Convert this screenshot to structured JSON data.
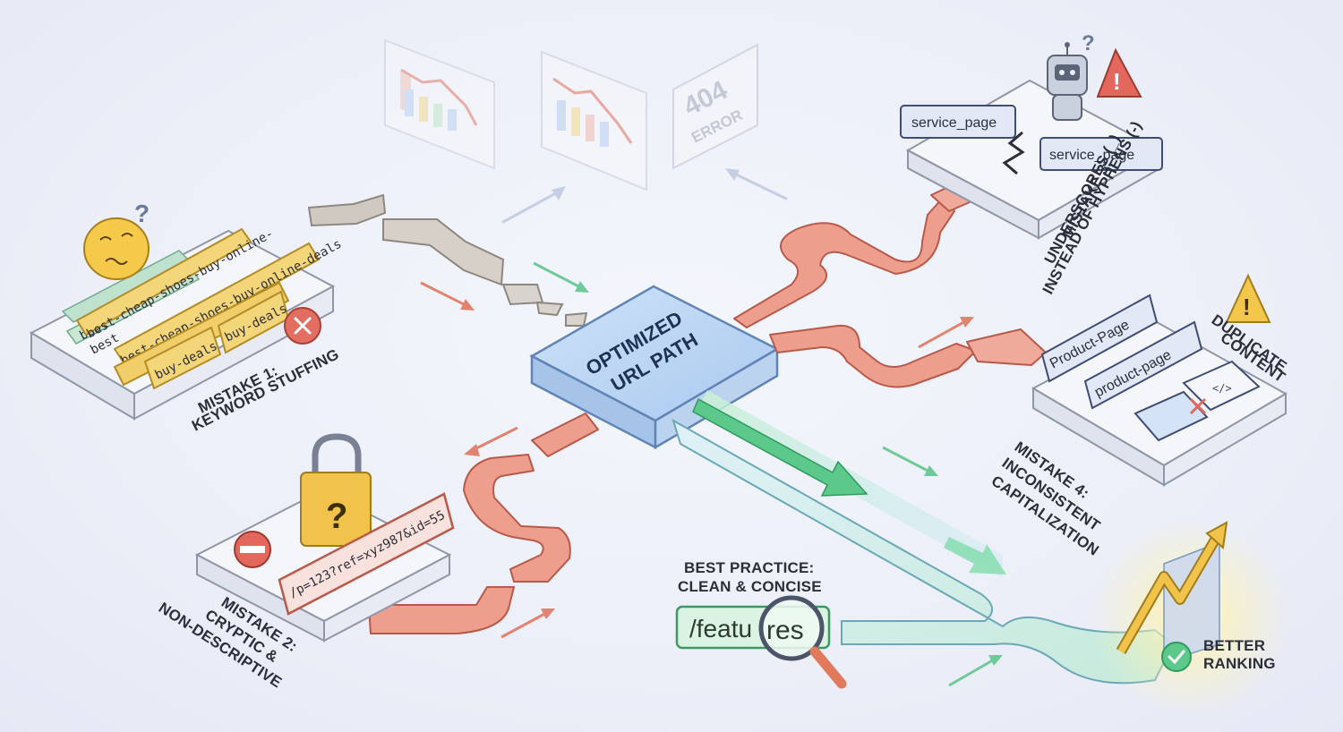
{
  "center": {
    "line1": "OPTIMIZED",
    "line2": "URL PATH"
  },
  "mistake1": {
    "title_line1": "MISTAKE 1:",
    "title_line2": "KEYWORD STUFFING",
    "url1": "best-cheap-shoes-buy-online-",
    "url2": "best-cheap-shoes-buy-online-deals",
    "chip1": "buy-deals",
    "chip2": "buy-deals",
    "frag1": "best",
    "frag2": "best"
  },
  "mistake2": {
    "title_line1": "MISTAKE 2:",
    "title_line2": "CRYPTIC &",
    "title_line3": "NON-DESCRIPTIVE",
    "url": "/p=123?ref=xyz987&id=55"
  },
  "mistake3": {
    "title_line1": "MISTAKE 3:",
    "title_line2": "UNDERSCORES (_)",
    "title_line3": "INSTEAD OF HYPHENS (-)",
    "tag1": "service_page",
    "tag2": "service_page"
  },
  "mistake4": {
    "title_line1": "MISTAKE 4:",
    "title_line2": "INCONSISTENT",
    "title_line3": "CAPITALIZATION",
    "tag1": "Product-Page",
    "tag2": "product-page",
    "warn_line1": "DUPLICATE",
    "warn_line2": "CONTENT"
  },
  "best": {
    "title_line1": "BEST PRACTICE:",
    "title_line2": "CLEAN & CONCISE",
    "url_plain": "/featu",
    "url_magnified": "res",
    "result_line1": "BETTER",
    "result_line2": "RANKING"
  },
  "error_panel": {
    "code": "404",
    "label": "ERROR"
  },
  "colors": {
    "red": "#e8897a",
    "red_dark": "#c8604f",
    "green": "#5cc98a",
    "blue_block": "#b9d4f2",
    "gold": "#f1c34a",
    "platform": "#f4f5fa"
  }
}
